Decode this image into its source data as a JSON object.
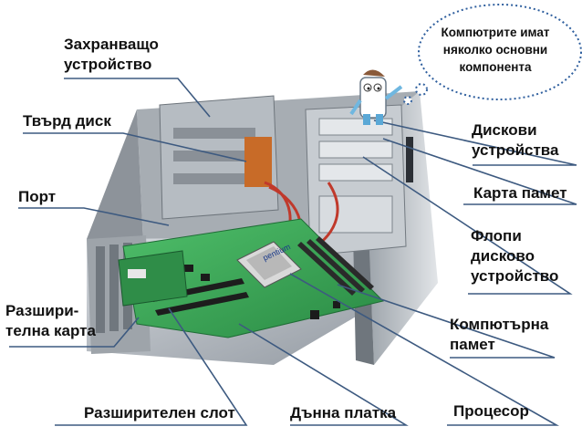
{
  "callout": {
    "line1": "Компютрите имат",
    "line2": "няколко основни",
    "line3": "компонента"
  },
  "labels": {
    "storage_line1": "Захранващо",
    "storage_line2": "устройство",
    "hard_disk": "Твърд диск",
    "port": "Порт",
    "expansion_card_line1": "Разшири-",
    "expansion_card_line2": "телна карта",
    "expansion_slot": "Разширителен слот",
    "motherboard": "Дънна платка",
    "processor": "Процесор",
    "memory_line1": "Компютърна",
    "memory_line2": "памет",
    "floppy_line1": "Флопи",
    "floppy_line2": "дисково",
    "floppy_line3": "устройство",
    "memory_card": "Карта памет",
    "drives_line1": "Дискови",
    "drives_line2": "устройства"
  },
  "colors": {
    "leader_line": "#3d5a80",
    "board": "#3aa55a",
    "case": "#b9bec4"
  },
  "chip_text": "pentium"
}
